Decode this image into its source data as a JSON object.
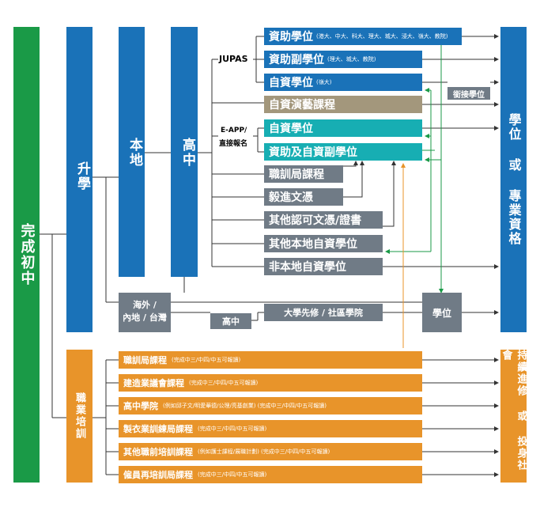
{
  "left": {
    "complete_f3": "完成初中",
    "further_study": "升學",
    "local": "本地",
    "senior_sec": "高中",
    "vocational_training": "職業培訓"
  },
  "route_labels": {
    "jupas": "JUPAS",
    "eapp": "E-APP/",
    "direct": "直接報名"
  },
  "programmes": [
    {
      "label": "資助學位",
      "note": "(港大、中大、科大、理大、城大、浸大、嶺大、教院)"
    },
    {
      "label": "資助副學位",
      "note": "(理大、城大、教院)"
    },
    {
      "label": "自資學位",
      "note": "(嶺大)"
    },
    {
      "label": "自資演藝課程",
      "note": ""
    },
    {
      "label": "自資學位",
      "note": ""
    },
    {
      "label": "資助及自資副學位",
      "note": ""
    },
    {
      "label": "職訓局課程",
      "note": ""
    },
    {
      "label": "毅進文憑",
      "note": ""
    },
    {
      "label": "其他認可文憑/證書",
      "note": ""
    },
    {
      "label": "其他本地自資學位",
      "note": ""
    },
    {
      "label": "非本地自資學位",
      "note": ""
    }
  ],
  "articulation": "銜接學位",
  "overseas": {
    "line1": "海外 /",
    "line2": "內地 / 台灣",
    "senior_sec": "高中",
    "pre_univ": "大學先修 / 社區學院",
    "degree": "學位"
  },
  "outcomes": {
    "degree_or_prof": "學位 或 專業資格",
    "continue_or_work": "持續進修 或 投身社會"
  },
  "vocational_courses": [
    {
      "label": "職訓局課程",
      "note": "(完成中三/中四/中五可報讀)"
    },
    {
      "label": "建造業議會課程",
      "note": "(完成中三/中四/中五可報讀)"
    },
    {
      "label": "高中學院",
      "note": "(例如邱子文/明愛華德/公理/亮基創業)  (完成中三/中四/中五可報讀)"
    },
    {
      "label": "製衣業訓練局課程",
      "note": "(完成中三/中四/中五可報讀)"
    },
    {
      "label": "其他職前培訓課程",
      "note": "(例如護士課程/展職計劃)  (完成中三/中四/中五可報讀)"
    },
    {
      "label": "僱員再培訓局課程",
      "note": "(完成中三/中四/中五可報讀)"
    }
  ],
  "colors": {
    "green": "#1a9a47",
    "blue": "#1a72b8",
    "grey": "#707b86",
    "tan": "#a3977c",
    "teal": "#17aeb3",
    "orange": "#e8942a"
  }
}
